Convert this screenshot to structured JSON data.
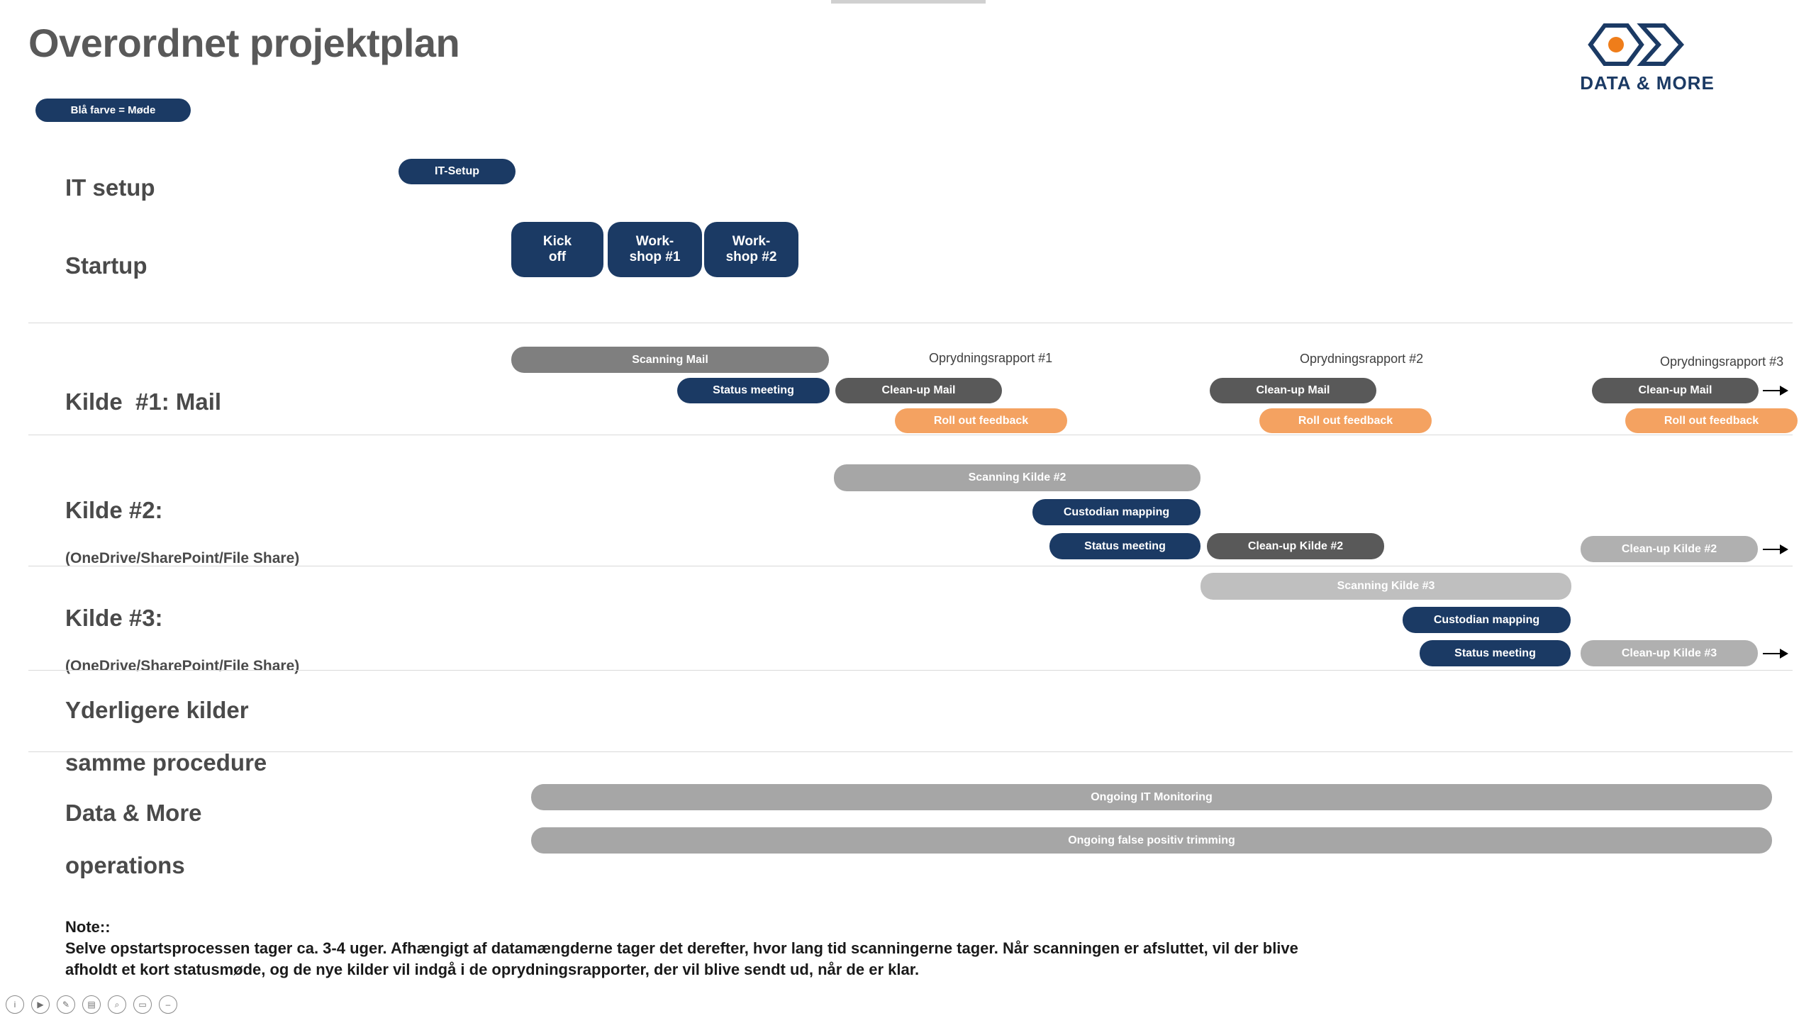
{
  "title": "Overordnet projektplan",
  "legend": {
    "label": "Blå farve = Møde"
  },
  "logo": {
    "text": "DATA & MORE",
    "icon": "hexagon-arrow-logo-icon"
  },
  "rows": {
    "it_setup": {
      "label": "IT setup"
    },
    "startup": {
      "label": "Startup"
    },
    "kilde1": {
      "label": "Kilde  #1: Mail"
    },
    "kilde2": {
      "label": "Kilde #2:",
      "sub": "(OneDrive/SharePoint/File Share)"
    },
    "kilde3": {
      "label": "Kilde #3:",
      "sub": "(OneDrive/SharePoint/File Share)"
    },
    "yderligere": {
      "line1": "Yderligere kilder",
      "line2": "samme procedure"
    },
    "operations": {
      "line1": "Data & More",
      "line2": "operations"
    }
  },
  "bars": {
    "it_setup": "IT-Setup",
    "kick_off_line1": "Kick",
    "kick_off_line2": "off",
    "workshop1_line1": "Work-",
    "workshop1_line2": "shop #1",
    "workshop2_line1": "Work-",
    "workshop2_line2": "shop #2",
    "scanning_mail": "Scanning Mail",
    "status_meeting_1": "Status meeting",
    "cleanup_mail_1": "Clean-up Mail",
    "cleanup_mail_2": "Clean-up Mail",
    "cleanup_mail_3": "Clean-up Mail",
    "rollout_feedback_1": "Roll out feedback",
    "rollout_feedback_2": "Roll out feedback",
    "rollout_feedback_3": "Roll out feedback",
    "scanning_kilde2": "Scanning Kilde #2",
    "custodian_mapping_2": "Custodian mapping",
    "status_meeting_2": "Status meeting",
    "cleanup_kilde2_a": "Clean-up Kilde #2",
    "cleanup_kilde2_b": "Clean-up Kilde #2",
    "scanning_kilde3": "Scanning Kilde #3",
    "custodian_mapping_3": "Custodian mapping",
    "status_meeting_3": "Status meeting",
    "cleanup_kilde3": "Clean-up Kilde #3",
    "ongoing_it_monitoring": "Ongoing IT Monitoring",
    "ongoing_false_positiv": "Ongoing false positiv trimming"
  },
  "captions": {
    "report1": "Oprydningsrapport #1",
    "report2": "Oprydningsrapport #2",
    "report3": "Oprydningsrapport #3"
  },
  "note": {
    "heading": "Note::",
    "line1": "Selve opstartsprocessen tager ca. 3-4 uger. Afhængigt af datamængderne tager det derefter, hvor lang tid scanningerne tager. Når scanningen er afsluttet, vil der blive",
    "line2": "afholdt et kort statusmøde, og de nye kilder vil indgå i de oprydningsrapporter, der vil blive sendt ud, når de er klar."
  },
  "toolbar": {
    "items": [
      {
        "name": "info-icon",
        "glyph": "i"
      },
      {
        "name": "play-icon",
        "glyph": "▶"
      },
      {
        "name": "pen-icon",
        "glyph": "✎"
      },
      {
        "name": "stamp-icon",
        "glyph": "▤"
      },
      {
        "name": "search-icon",
        "glyph": "⌕"
      },
      {
        "name": "notes-icon",
        "glyph": "▭"
      },
      {
        "name": "minus-icon",
        "glyph": "–"
      }
    ]
  },
  "colors": {
    "navy": "#1b3a64",
    "orange": "#f4a261",
    "gray_dark": "#595959",
    "gray": "#7f7f7f",
    "gray_mid": "#a6a6a6",
    "gray_light": "#bfbfbf"
  }
}
